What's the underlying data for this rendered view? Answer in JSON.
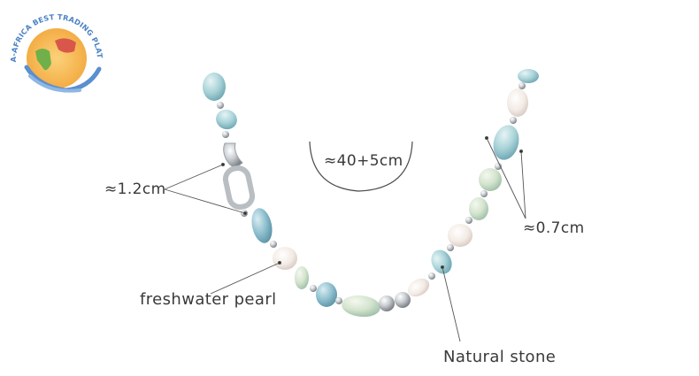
{
  "logo": {
    "text": "CHINA-AFRICA BEST TRADING PLATFORM",
    "colors": {
      "ring_blue": "#5a8fd0",
      "sun_orange": "#f2a53a",
      "africa_green": "#6fb04a",
      "china_red": "#d9574a"
    }
  },
  "annotations": {
    "length": "≈40+5cm",
    "clasp_size": "≈1.2cm",
    "bead_size": "≈0.7cm",
    "pearl": "freshwater pearl",
    "stone": "Natural stone"
  },
  "colors": {
    "aquamarine": "#a9d3d8",
    "aquamarine_dark": "#7fb5c2",
    "jade": "#cfe3cf",
    "pearl": "#f4ece6",
    "silver": "#c8ccd0",
    "leader_line": "#555555"
  }
}
